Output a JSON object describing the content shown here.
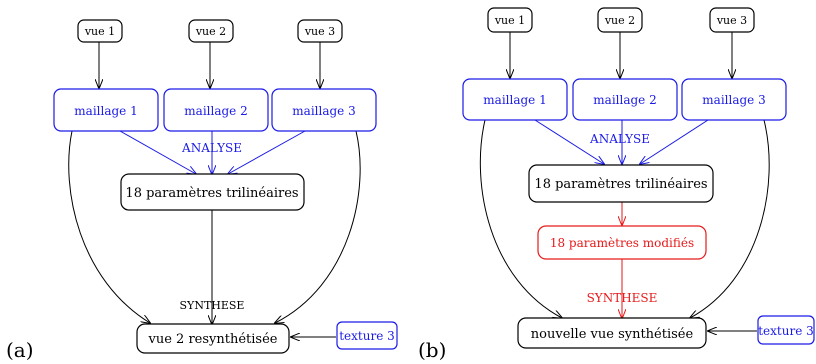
{
  "panel_a": {
    "label": "(a)",
    "views": [
      "vue 1",
      "vue 2",
      "vue 3"
    ],
    "meshes": [
      "maillage 1",
      "maillage 2",
      "maillage 3"
    ],
    "analysis": "ANALYSE",
    "params": "18 paramètres trilinéaires",
    "synthesis": "SYNTHESE",
    "result": "vue 2 resynthétisée",
    "texture": "texture 3"
  },
  "panel_b": {
    "label": "(b)",
    "views": [
      "vue 1",
      "vue 2",
      "vue 3"
    ],
    "meshes": [
      "maillage 1",
      "maillage 2",
      "maillage 3"
    ],
    "analysis": "ANALYSE",
    "params": "18 paramètres trilinéaires",
    "modified": "18 paramètres modifiés",
    "synthesis": "SYNTHESE",
    "result": "nouvelle vue synthétisée",
    "texture": "texture 3"
  },
  "colors": {
    "black": "#000000",
    "blue": "#1a1ae6",
    "red": "#e61a1a"
  }
}
